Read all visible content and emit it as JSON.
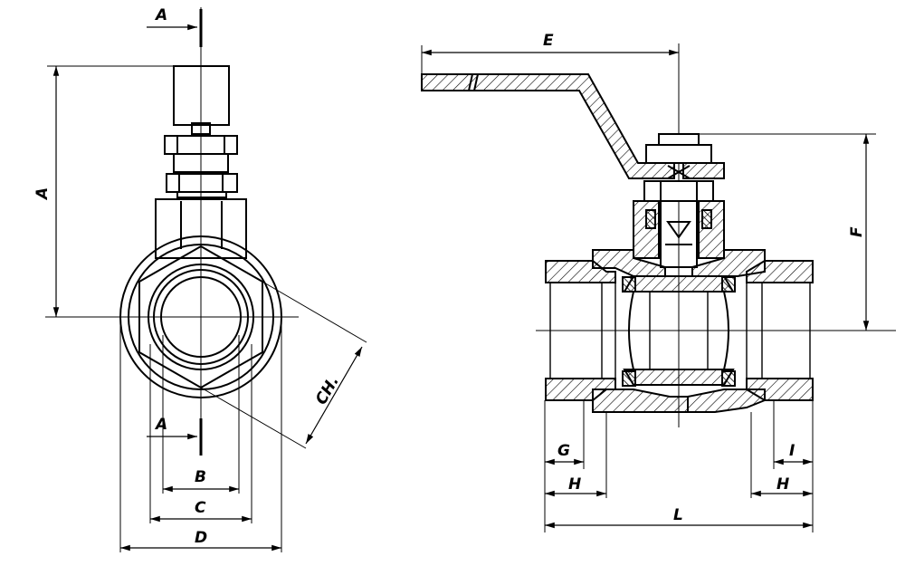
{
  "labels": {
    "section_top": "A",
    "section_bottom": "A",
    "height_A": "A",
    "diam_B": "B",
    "diam_C": "C",
    "diam_D": "D",
    "hex_CH": "CH.",
    "handle_E": "E",
    "height_F": "F",
    "thread_G": "G",
    "len_H_left": "H",
    "len_H_right": "H",
    "thread_I": "I",
    "length_L": "L"
  },
  "colors": {
    "line": "#000000",
    "background": "#ffffff"
  }
}
